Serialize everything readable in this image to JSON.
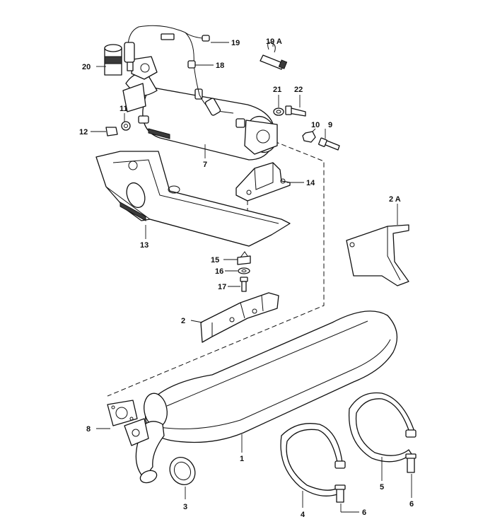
{
  "diagram": {
    "callouts": {
      "c1": "1",
      "c2": "2",
      "c2a": "2 A",
      "c3": "3",
      "c4": "4",
      "c5": "5",
      "c6a": "6",
      "c6b": "6",
      "c7": "7",
      "c8": "8",
      "c9": "9",
      "c10": "10",
      "c11": "11",
      "c12": "12",
      "c13": "13",
      "c14": "14",
      "c15": "15",
      "c16": "16",
      "c17": "17",
      "c18": "18",
      "c19": "19",
      "c19a": "19 A",
      "c20": "20",
      "c21": "21",
      "c22": "22"
    },
    "colors": {
      "line": "#111111",
      "shade": "#3a3a3a",
      "background": "#ffffff"
    }
  }
}
